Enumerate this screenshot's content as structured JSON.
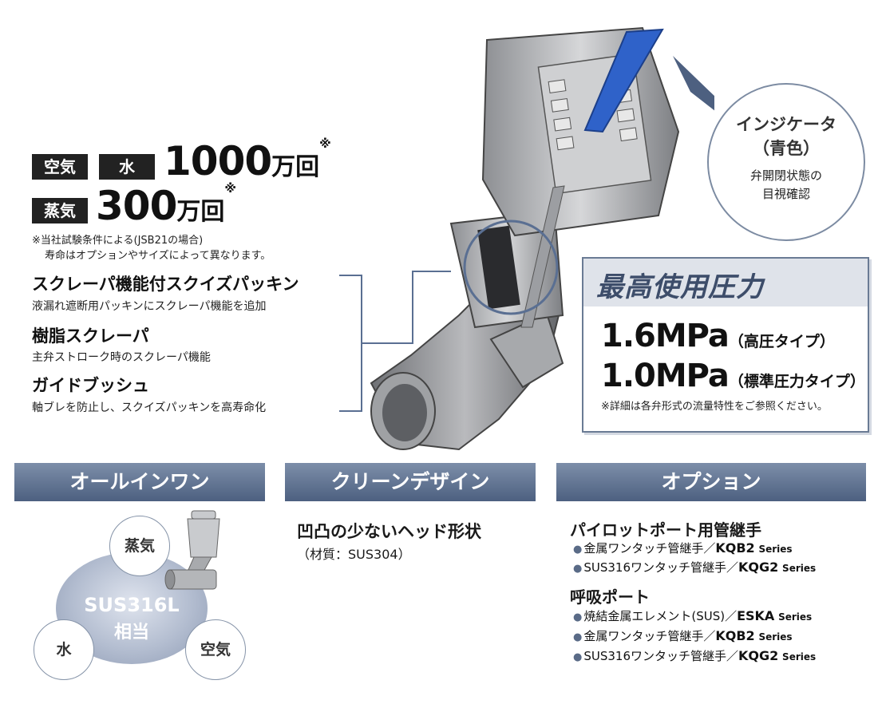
{
  "life": {
    "tag_air": "空気",
    "tag_water": "水",
    "value_1": "1000",
    "unit_1": "万回",
    "mark": "※",
    "tag_steam": "蒸気",
    "value_2": "300",
    "unit_2": "万回",
    "note_1": "※当社試験条件による(JSB21の場合)",
    "note_2": "寿命はオプションやサイズによって異なります。"
  },
  "features": [
    {
      "title": "スクレーパ機能付スクイズパッキン",
      "desc": "液漏れ遮断用パッキンにスクレーパ機能を追加"
    },
    {
      "title": "樹脂スクレーパ",
      "desc": "主弁ストローク時のスクレーパ機能"
    },
    {
      "title": "ガイドブッシュ",
      "desc": "軸ブレを防止し、スクイズパッキンを高寿命化"
    }
  ],
  "indicator": {
    "title_1": "インジケータ",
    "title_2": "（青色）",
    "desc_1": "弁開閉状態の",
    "desc_2": "目視確認"
  },
  "pressure": {
    "heading": "最高使用圧力",
    "value_1": "1.6MPa",
    "type_1": "（高圧タイプ）",
    "value_2": "1.0MPa",
    "type_2": "（標準圧力タイプ）",
    "note": "※詳細は各弁形式の流量特性をご参照ください。"
  },
  "sections": {
    "allinone": {
      "title": "オールインワン",
      "bubble_steam": "蒸気",
      "bubble_water": "水",
      "bubble_air": "空気",
      "material_1": "SUS316L",
      "material_2": "相当"
    },
    "clean": {
      "title": "クリーンデザイン",
      "line_1": "凹凸の少ないヘッド形状",
      "line_2": "（材質：SUS304）"
    },
    "option": {
      "title": "オプション",
      "group_1_title": "パイロットポート用管継手",
      "group_1_items": [
        {
          "text": "金属ワンタッチ管継手／",
          "model": "KQB2",
          "series": "Series"
        },
        {
          "text": "SUS316ワンタッチ管継手／",
          "model": "KQG2",
          "series": "Series"
        }
      ],
      "group_2_title": "呼吸ポート",
      "group_2_items": [
        {
          "text": "焼結金属エレメント(SUS)／",
          "model": "ESKA",
          "series": "Series"
        },
        {
          "text": "金属ワンタッチ管継手／",
          "model": "KQB2",
          "series": "Series"
        },
        {
          "text": "SUS316ワンタッチ管継手／",
          "model": "KQG2",
          "series": "Series"
        }
      ],
      "bullet": "●"
    }
  },
  "colors": {
    "header_top": "#7d8ea9",
    "header_bottom": "#4d6080",
    "indicator_blue": "#2f62c9",
    "pressure_heading": "#3d4d6a",
    "tag_bg": "#222222"
  },
  "icons": [
    "valve-cutaway-illustration",
    "small-valve-illustration"
  ]
}
